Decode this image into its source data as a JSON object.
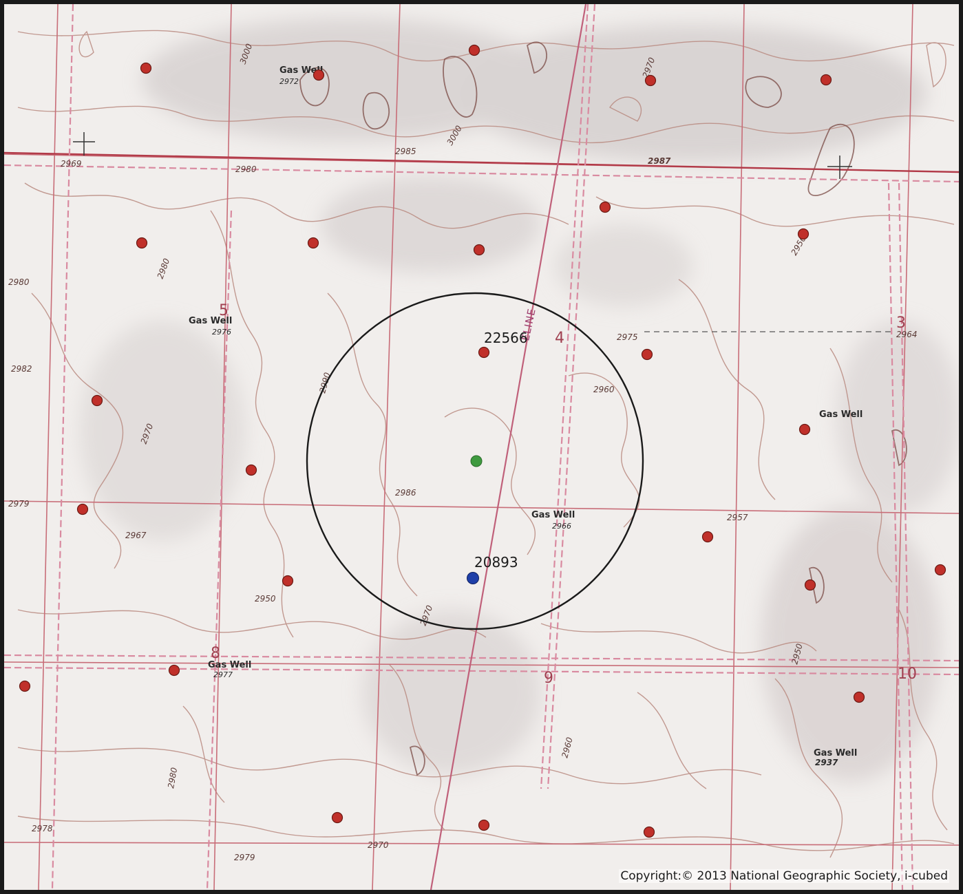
{
  "map": {
    "copyright": "Copyright:© 2013 National Geographic Society, i-cubed",
    "colors": {
      "background": "#f1eeec",
      "contour": "#b98a80",
      "section_line": "#c86d78",
      "road_dashed": "#d98aa0",
      "well_marker": "#c0302a",
      "target_marker": "#3f9a3f",
      "site_marker": "#1f3fa8",
      "circle": "#1a1a1a"
    },
    "labels": {
      "target_id": "22566",
      "site_id": "20893"
    },
    "gas_well_labels": [
      {
        "name": "Gas Well",
        "elevation": "2972"
      },
      {
        "name": "Gas Well",
        "elevation": "2976"
      },
      {
        "name": "Gas Well",
        "elevation": "2966"
      },
      {
        "name": "Gas Well",
        "elevation": "2977"
      },
      {
        "name": "Gas Well",
        "elevation": ""
      },
      {
        "name": "Gas Well",
        "elevation": "2937"
      }
    ],
    "section_numbers": [
      "5",
      "4",
      "3",
      "8",
      "9",
      "10"
    ],
    "elevation_labels": [
      "3000",
      "2970",
      "2969",
      "2980",
      "2985",
      "3000",
      "2987",
      "2980",
      "2980",
      "2982",
      "2979",
      "2986",
      "2975",
      "2960",
      "2957",
      "2964",
      "2967",
      "2950",
      "2970",
      "2980",
      "2978",
      "2970",
      "2979",
      "2950",
      "2970",
      "2950",
      "2960",
      "2990"
    ],
    "road_label": "ELINE"
  }
}
